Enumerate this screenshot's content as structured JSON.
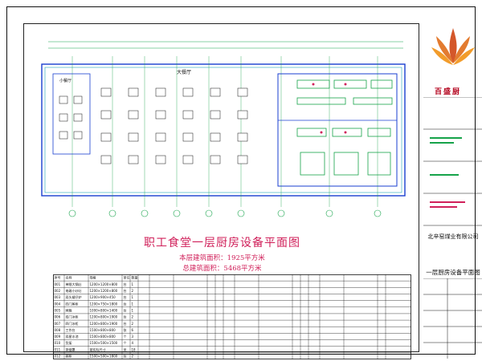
{
  "drawing": {
    "title": "职工食堂一层厨房设备平面图",
    "area_single": "本层建筑面积：1925平方米",
    "area_total": "总建筑面积：5468平方米"
  },
  "plan_labels": {
    "main_hall": "大餐厅",
    "side_hall": "小餐厅"
  },
  "equipment_table": {
    "headers": [
      "序号",
      "名称",
      "规格",
      "单位",
      "数量"
    ],
    "left_rows": [
      [
        "001",
        "单眼大锅灶",
        "1200×1200×800",
        "台",
        "1"
      ],
      [
        "002",
        "电磁小炒灶",
        "1200×1200×800",
        "台",
        "2"
      ],
      [
        "003",
        "双头矮仔炉",
        "1200×900×450",
        "台",
        "1"
      ],
      [
        "004",
        "四门蒸柜",
        "1200×750×1800",
        "台",
        "1"
      ],
      [
        "005",
        "烤箱",
        "1000×800×1400",
        "台",
        "1"
      ],
      [
        "006",
        "双门冰柜",
        "1200×800×1900",
        "台",
        "2"
      ],
      [
        "007",
        "四门冰柜",
        "1200×800×1900",
        "台",
        "2"
      ],
      [
        "008",
        "工作台",
        "1500×800×800",
        "张",
        "6"
      ],
      [
        "009",
        "双星水池",
        "1500×800×800",
        "个",
        "3"
      ],
      [
        "010",
        "货架",
        "1500×500×1500",
        "个",
        "4"
      ],
      [
        "011",
        "排烟罩",
        "按实际尺寸",
        "米",
        "18"
      ],
      [
        "012",
        "碗柜",
        "1500×500×1800",
        "台",
        "2"
      ]
    ]
  },
  "side_panel": {
    "logo": "百盛厨",
    "company": "北辛窑煤业有限公司",
    "drawing_name": "一层厨房设备平面图"
  },
  "colors": {
    "accent_red": "#d0205a",
    "line_blue": "#1a3fd0",
    "line_green": "#16a34a",
    "line_cyan": "#22a6b8"
  }
}
